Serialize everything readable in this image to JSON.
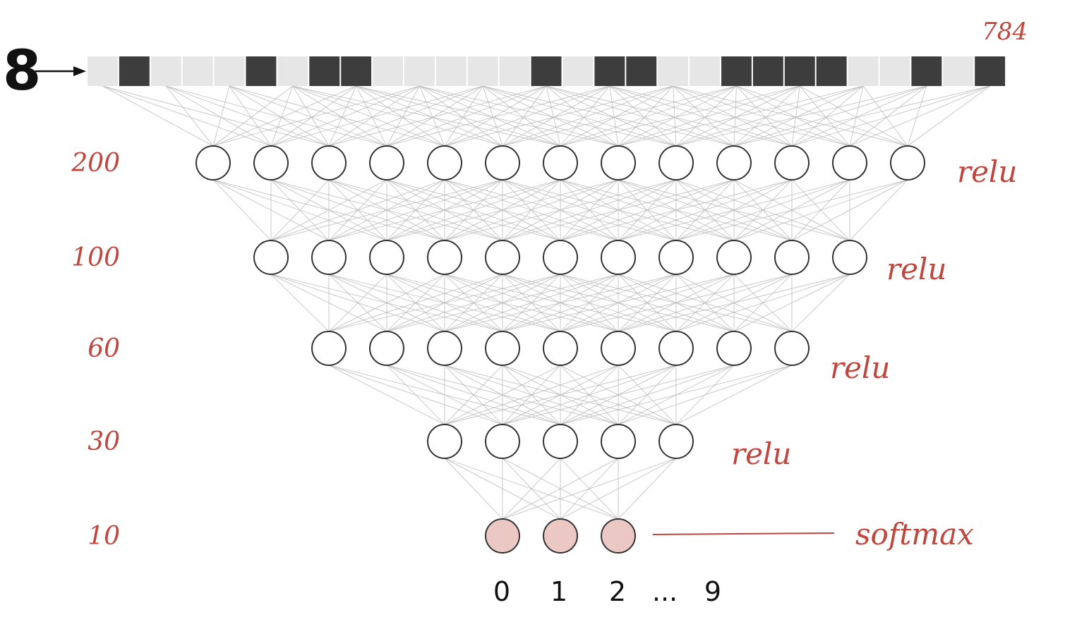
{
  "input": {
    "size_label": "784",
    "digit_glyph": "8",
    "pixels": [
      0,
      1,
      0,
      0,
      0,
      1,
      0,
      1,
      1,
      0,
      0,
      0,
      0,
      0,
      1,
      0,
      1,
      1,
      0,
      0,
      1,
      1,
      1,
      1,
      0,
      0,
      1,
      0,
      1
    ]
  },
  "layers": [
    {
      "size_label": "200",
      "activation": "relu",
      "neurons": 13,
      "output": false
    },
    {
      "size_label": "100",
      "activation": "relu",
      "neurons": 11,
      "output": false
    },
    {
      "size_label": "60",
      "activation": "relu",
      "neurons": 9,
      "output": false
    },
    {
      "size_label": "30",
      "activation": "relu",
      "neurons": 5,
      "output": false
    },
    {
      "size_label": "10",
      "activation": "softmax",
      "neurons": 3,
      "output": true
    }
  ],
  "outputs": {
    "labels": [
      "0",
      "1",
      "2",
      "...",
      "9"
    ]
  },
  "colors": {
    "annotation": "#c0453c",
    "pixel_on": "#3d3d3d",
    "pixel_off": "#e6e6e6",
    "output_fill": "#ecc8c4",
    "edge": "#bdbdbd"
  }
}
